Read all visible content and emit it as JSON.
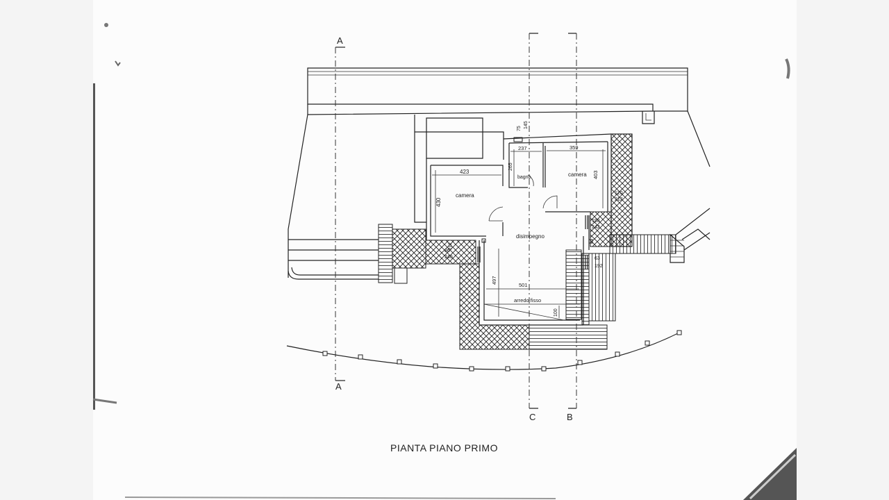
{
  "drawing": {
    "title": "PIANTA PIANO PRIMO",
    "section_marks": {
      "a_top": "A",
      "a_bottom": "A",
      "c_bottom": "C",
      "b_bottom": "B"
    },
    "rooms": {
      "camera_left": "camera",
      "bagno": "bagno",
      "camera_right": "camera",
      "disimpegno": "disimpegno",
      "arredo": "arredo fisso"
    },
    "dimensions": {
      "d423": "423",
      "d430": "430",
      "d237": "237",
      "d359": "359",
      "d265": "265",
      "d403": "403",
      "d75": "75",
      "d145": "145",
      "d120": "120",
      "d212a": "212",
      "d198": "198",
      "d242": "242",
      "d63": "63",
      "d192": "192",
      "d497": "497",
      "d501": "501",
      "d100": "100",
      "d86": "86",
      "d240": "240",
      "d212b": "212"
    }
  }
}
